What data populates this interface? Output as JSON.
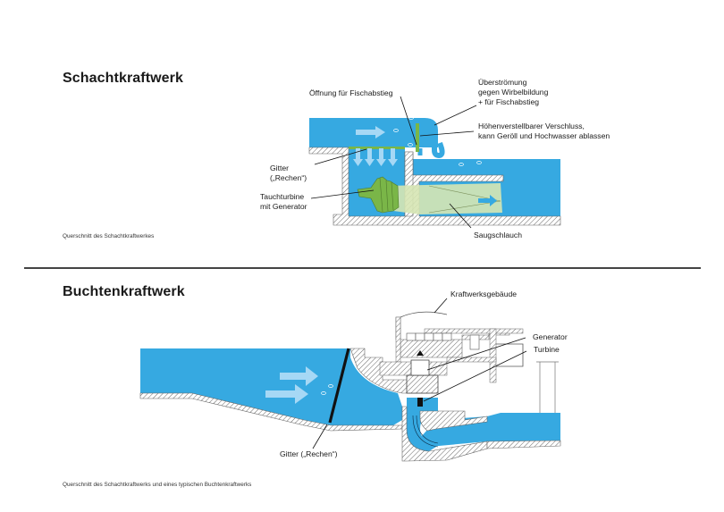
{
  "section1": {
    "title": "Schachtkraftwerk",
    "caption": "Querschnitt des Schachtkraftwerkes",
    "labels": {
      "oeffnung": "Öffnung für Fischabstieg",
      "ueberstroemung": "Überströmung\ngegen Wirbelbildung\n+ für Fischabstieg",
      "verschluss": "Höhenverstellbarer Verschluss,\nkann Geröll und Hochwasser ablassen",
      "gitter": "Gitter\n(„Rechen“)",
      "tauchturbine": "Tauchturbine\nmit Generator",
      "saugschlauch": "Saugschlauch"
    }
  },
  "section2": {
    "title": "Buchtenkraftwerk",
    "caption": "Querschnitt des Schachtkraftwerks und eines typischen Buchtenkraftwerks",
    "labels": {
      "gebaeude": "Kraftwerksgebäude",
      "generator": "Generator",
      "turbine": "Turbine",
      "gitter": "Gitter („Rechen“)"
    }
  },
  "colors": {
    "water": "#36a9e1",
    "flow_arrow": "#a6d8f5",
    "turbine_green": "#7ab648",
    "draft_tube": "#c9deab",
    "hatch": "#555555"
  }
}
